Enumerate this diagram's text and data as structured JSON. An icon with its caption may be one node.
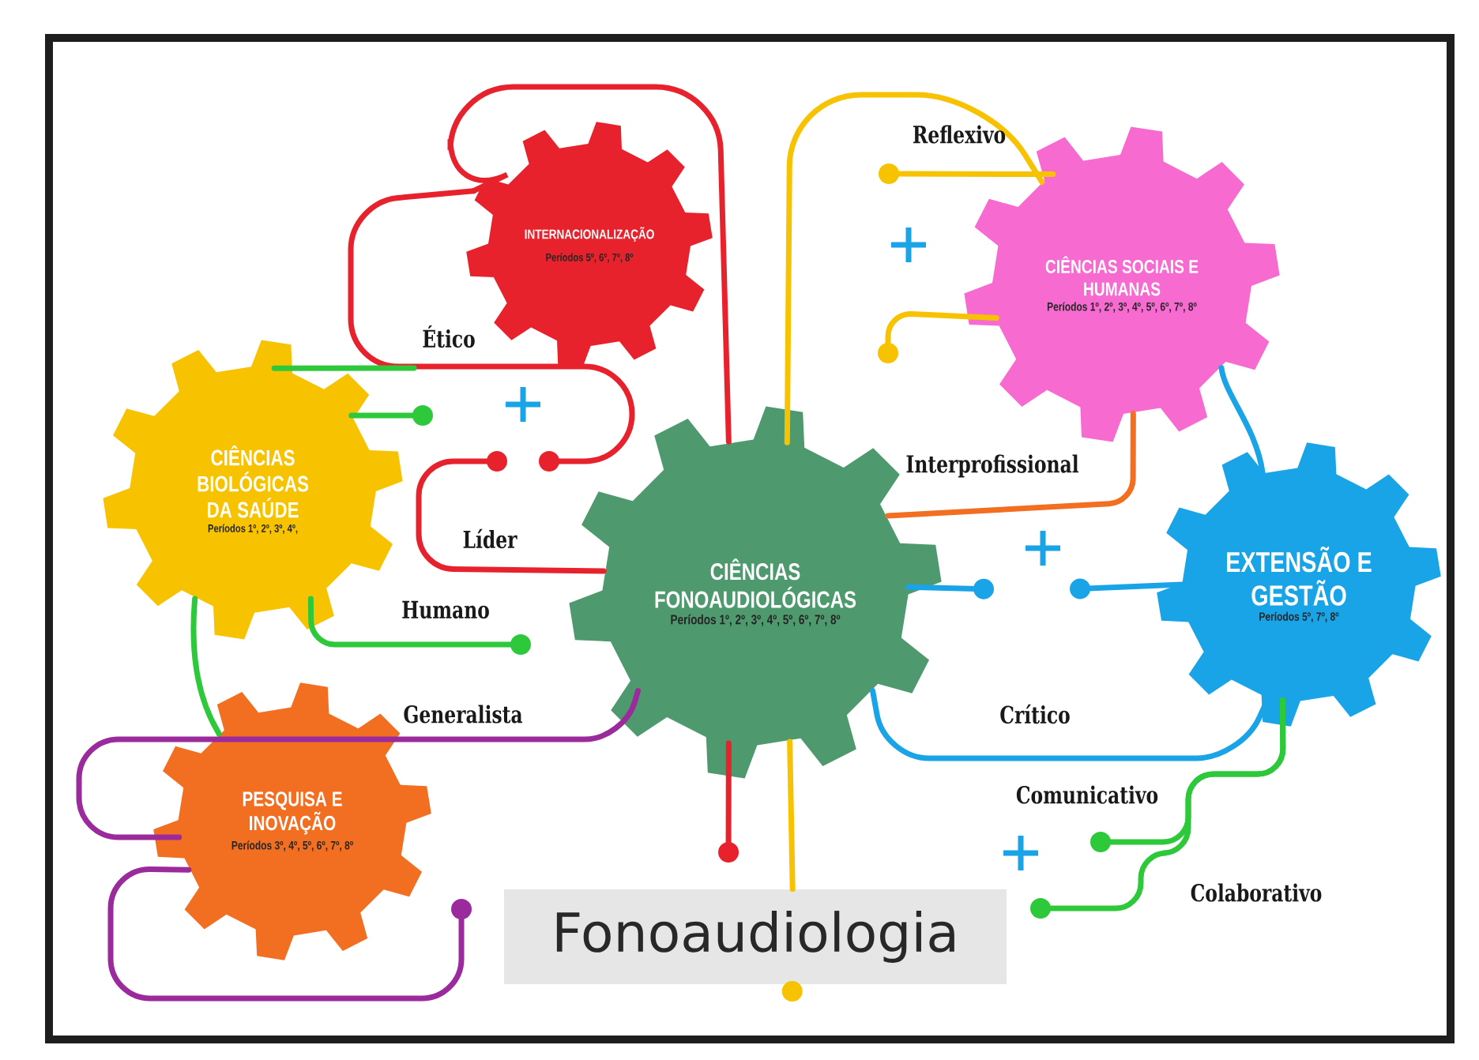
{
  "diagram": {
    "nodes": [
      {
        "text": [
          "INTERNACIONALIZAÇÃO",
          "Períodos 5º, 6º, 7º, 8º"
        ]
      },
      {
        "text": [
          "CIÊNCIAS SOCIAIS E HUMANAS",
          "Períodos 1º, 2º, 3º, 4º, 5º, 6º, 7º, 8º"
        ]
      },
      {
        "text": [
          "CIÊNCIAS BIOLÓGICAS DA SAÚDE",
          "Períodos 1º, 2º, 3º, 4º,"
        ]
      },
      {
        "text": [
          "CIÊNCIAS FONOAUDIOLÓGICAS",
          "Períodos 1º, 2º, 3º, 4º, 5º, 6º, 7º, 8º"
        ]
      },
      {
        "text": [
          "EXTENSÃO E GESTÃO",
          "Períodos 5º, 7º, 8º"
        ]
      },
      {
        "text": [
          "PESQUISA E INOVAÇÃO",
          "Períodos 3º, 4º, 5º, 6º, 7º, 8º"
        ]
      },
      {
        "text": [
          "Fonoaudiologia"
        ]
      }
    ],
    "edges": [
      {
        "from": 0,
        "to": 3,
        "arrow": "none",
        "color": "#e8222c"
      },
      {
        "from": 0,
        "to": null,
        "arrow": "other",
        "color": "#e8222c"
      },
      {
        "from": 3,
        "to": null,
        "arrow": "other",
        "color": "#e8222c"
      },
      {
        "from": 2,
        "to": null,
        "arrow": "none",
        "color": "#2ec93b"
      },
      {
        "from": 2,
        "to": null,
        "arrow": "other",
        "color": "#2ec93b"
      },
      {
        "from": 2,
        "to": null,
        "arrow": "other",
        "color": "#2ec93b"
      },
      {
        "from": 2,
        "to": 5,
        "arrow": "none",
        "color": "#2ec93b"
      },
      {
        "from": 5,
        "to": 3,
        "arrow": "none",
        "color": "#9b2a9c"
      },
      {
        "from": 5,
        "to": null,
        "arrow": "other",
        "color": "#9b2a9c"
      },
      {
        "from": 3,
        "to": null,
        "arrow": "other",
        "color": "#e8222c"
      },
      {
        "from": 3,
        "to": 6,
        "arrow": "none",
        "color": "#f7c300"
      },
      {
        "from": 6,
        "to": null,
        "arrow": "other",
        "color": "#f7c300"
      },
      {
        "from": 3,
        "to": 1,
        "arrow": "none",
        "color": "#f7c300"
      },
      {
        "from": 1,
        "to": null,
        "arrow": "other",
        "color": "#f7c300"
      },
      {
        "from": 1,
        "to": null,
        "arrow": "other",
        "color": "#f7c300"
      },
      {
        "from": 3,
        "to": 1,
        "arrow": "none",
        "color": "#f26f22"
      },
      {
        "from": 1,
        "to": 4,
        "arrow": "none",
        "color": "#1aa4e8"
      },
      {
        "from": 3,
        "to": null,
        "arrow": "other",
        "color": "#1aa4e8"
      },
      {
        "from": 4,
        "to": null,
        "arrow": "other",
        "color": "#1aa4e8"
      },
      {
        "from": 3,
        "to": 4,
        "arrow": "none",
        "color": "#1aa4e8"
      },
      {
        "from": 4,
        "to": null,
        "arrow": "other",
        "color": "#2ec93b"
      },
      {
        "from": 4,
        "to": null,
        "arrow": "other",
        "color": "#2ec93b"
      }
    ],
    "labels": [
      "Reflexivo",
      "Ético",
      "Interprofissional",
      "Líder",
      "Humano",
      "Generalista",
      "Crítico",
      "Comunicativo",
      "Colaborativo"
    ]
  }
}
